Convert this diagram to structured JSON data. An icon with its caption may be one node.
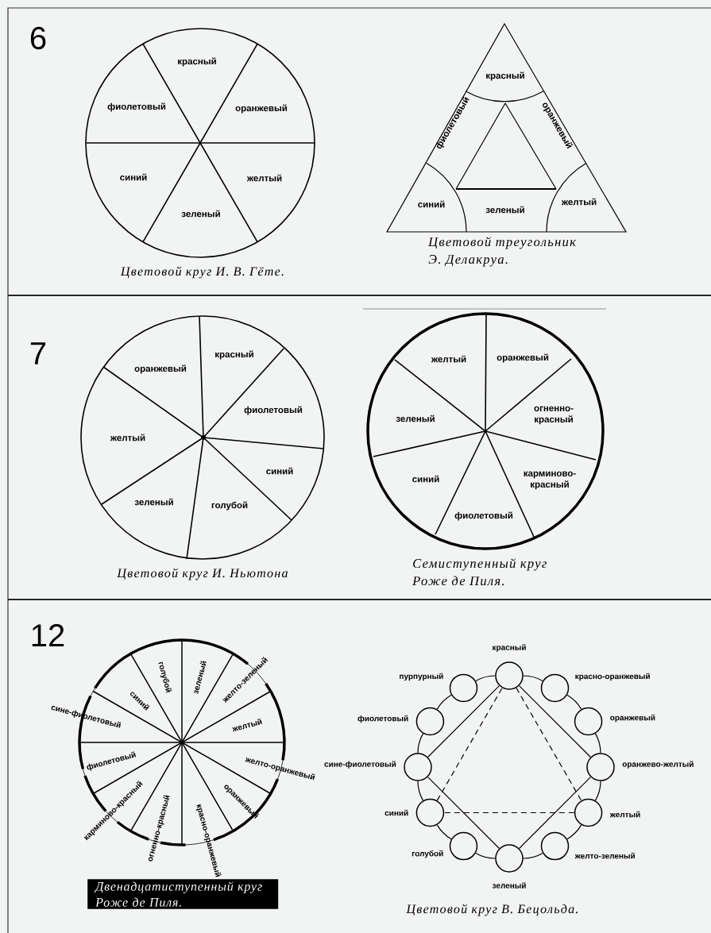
{
  "diagram": {
    "nodes": [
      {
        "text": [],
        "shape": "circle",
        "beside": [
          "красный"
        ]
      },
      {
        "text": [],
        "shape": "circle",
        "beside": [
          "красно-оранжевый"
        ]
      },
      {
        "text": [],
        "shape": "circle",
        "beside": [
          "оранжевый"
        ]
      },
      {
        "text": [],
        "shape": "circle",
        "beside": [
          "оранжево-желтый"
        ]
      },
      {
        "text": [],
        "shape": "circle",
        "beside": [
          "желтый"
        ]
      },
      {
        "text": [],
        "shape": "circle",
        "beside": [
          "желто-зеленый"
        ]
      },
      {
        "text": [],
        "shape": "circle",
        "beside": [
          "зеленый"
        ]
      },
      {
        "text": [],
        "shape": "circle",
        "beside": [
          "голубой"
        ]
      },
      {
        "text": [],
        "shape": "circle",
        "beside": [
          "синий"
        ]
      },
      {
        "text": [],
        "shape": "circle",
        "beside": [
          "сине-фиолетовый"
        ]
      },
      {
        "text": [],
        "shape": "circle",
        "beside": [
          "фиолетовый"
        ]
      },
      {
        "text": [],
        "shape": "circle",
        "beside": [
          "пурпурный"
        ]
      }
    ],
    "edges": [
      {
        "from": 0,
        "to": 1,
        "arrow": "none"
      },
      {
        "from": 1,
        "to": 2,
        "arrow": "none"
      },
      {
        "from": 2,
        "to": 3,
        "arrow": "none"
      },
      {
        "from": 3,
        "to": 4,
        "arrow": "none"
      },
      {
        "from": 4,
        "to": 5,
        "arrow": "none"
      },
      {
        "from": 5,
        "to": 6,
        "arrow": "none"
      },
      {
        "from": 6,
        "to": 7,
        "arrow": "none"
      },
      {
        "from": 7,
        "to": 8,
        "arrow": "none"
      },
      {
        "from": 8,
        "to": 9,
        "arrow": "none"
      },
      {
        "from": 9,
        "to": 10,
        "arrow": "none"
      },
      {
        "from": 10,
        "to": 11,
        "arrow": "none"
      },
      {
        "from": 11,
        "to": 0,
        "arrow": "none"
      },
      {
        "from": 0,
        "to": 3,
        "arrow": "none"
      },
      {
        "from": 3,
        "to": 6,
        "arrow": "none"
      },
      {
        "from": 6,
        "to": 9,
        "arrow": "none"
      },
      {
        "from": 9,
        "to": 0,
        "arrow": "none"
      },
      {
        "from": 0,
        "to": 4,
        "arrow": "none",
        "style": "dashed"
      },
      {
        "from": 4,
        "to": 8,
        "arrow": "none",
        "style": "dashed"
      },
      {
        "from": 8,
        "to": 0,
        "arrow": "none",
        "style": "dashed"
      }
    ],
    "labels": [
      "6",
      "красный",
      "фиолетовый",
      "оранжевый",
      "синий",
      "желтый",
      "зеленый",
      "Цветовой круг И. В. Гёте.",
      "красный",
      "фиолетовый",
      "оранжевый",
      "синий",
      "желтый",
      "зеленый",
      "Цветовой треугольник Э. Делакруа.",
      "7",
      "красный",
      "оранжевый",
      "фиолетовый",
      "желтый",
      "синий",
      "зеленый",
      "голубой",
      "Цветовой круг И. Ньютона",
      "желтый",
      "оранжевый",
      "зеленый",
      "огненно-красный",
      "синий",
      "карминово-красный",
      "фиолетовый",
      "Семиступенный круг Роже де Пиля.",
      "12",
      "голубой",
      "зеленый",
      "синий",
      "желто-зеленый",
      "сине-фиолетовый",
      "желтый",
      "фиолетовый",
      "желто-оранжевый",
      "оранжевый",
      "карминово-красный",
      "огненно-красный",
      "красно-оранжевый",
      "Двенадцатиступенный круг Роже де Пиля.",
      "Цветовой круг В. Бецольда."
    ]
  }
}
